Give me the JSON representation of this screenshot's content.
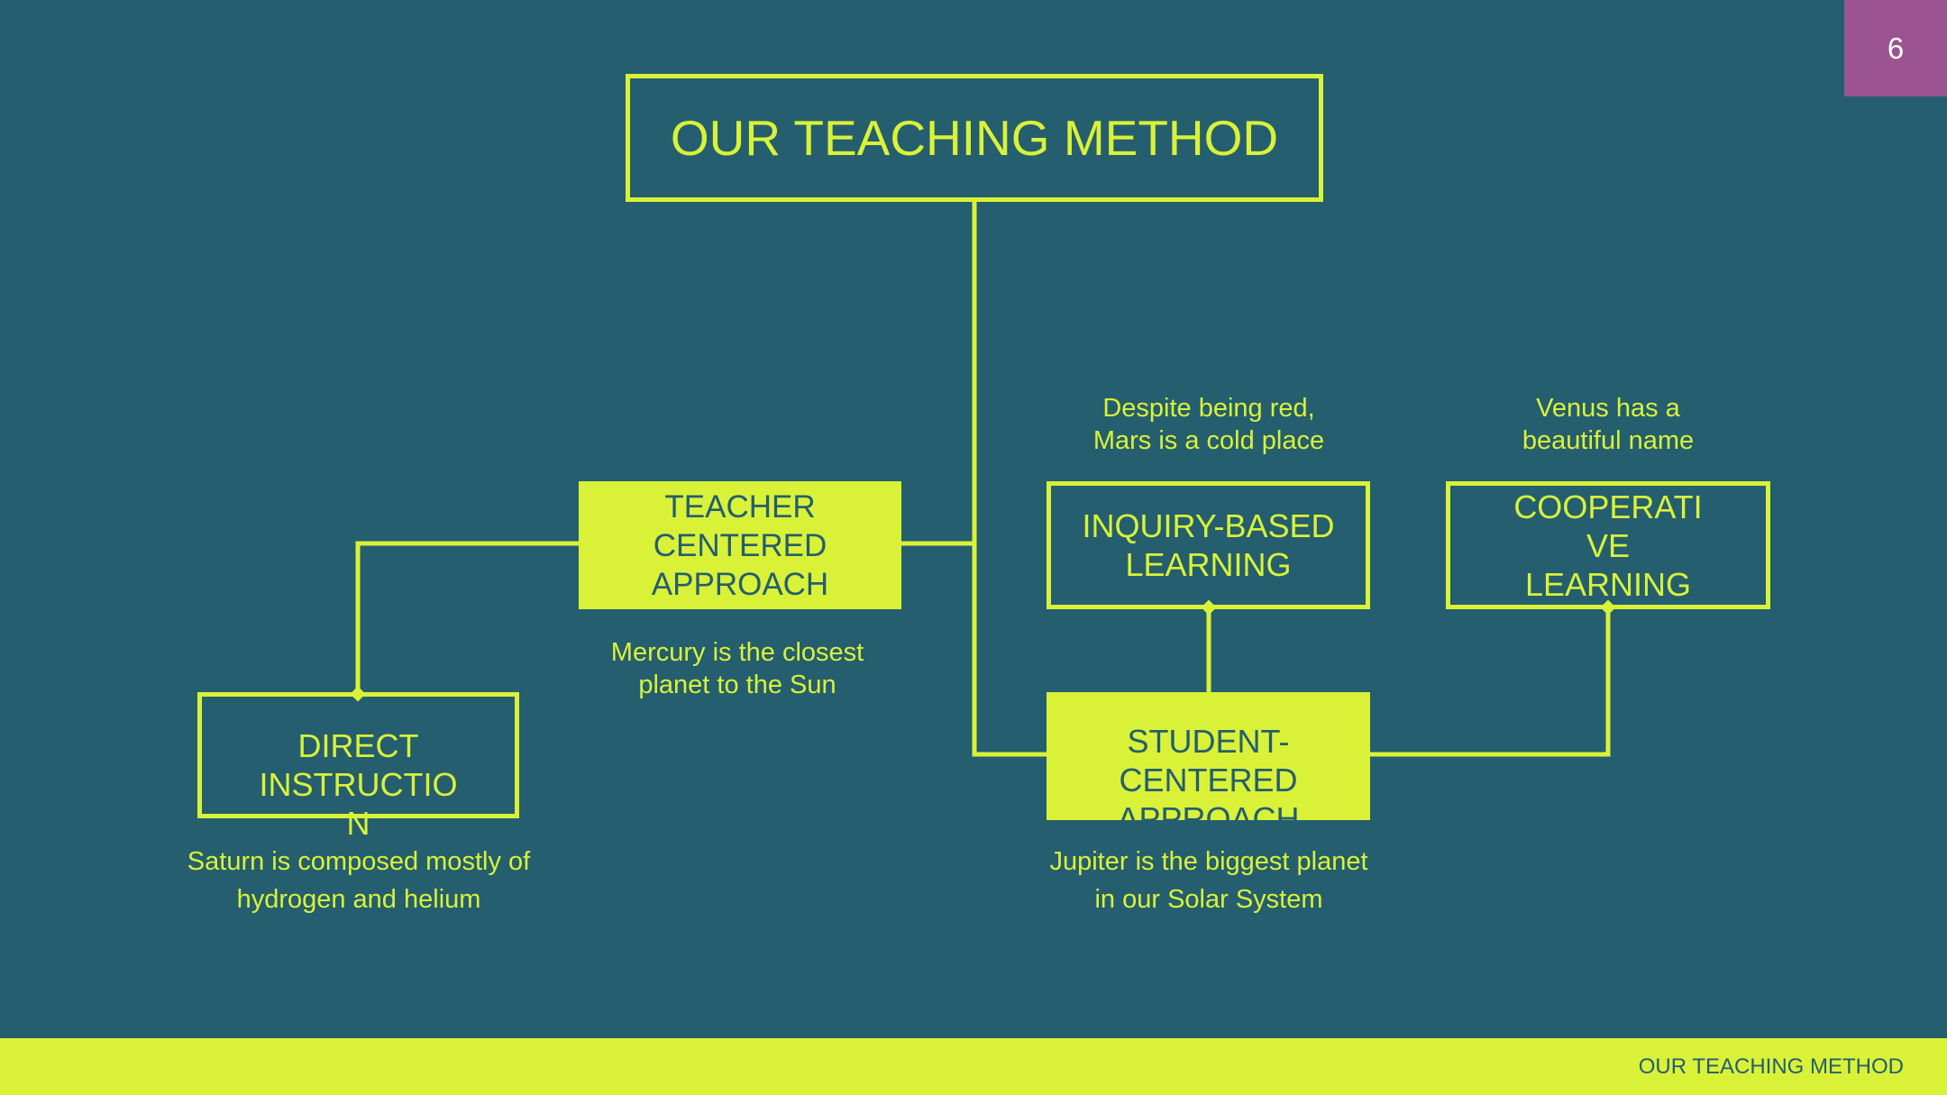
{
  "page_number": "6",
  "title": "OUR TEACHING METHOD",
  "footer_label": "OUR TEACHING METHOD",
  "colors": {
    "background": "#245e6f",
    "accent": "#d9f238",
    "badge": "#9b5490"
  },
  "nodes": {
    "teacher_centered": {
      "label": "TEACHER CENTERED APPROACH",
      "desc": "Mercury is the closest\nplanet to the Sun"
    },
    "direct_instruction": {
      "label": "DIRECT\nINSTRUCTIO\nN",
      "desc": "Saturn is composed mostly of\nhydrogen and helium"
    },
    "inquiry_based": {
      "label": "INQUIRY-BASED\nLEARNING",
      "desc": "Despite being red,\nMars is a cold place"
    },
    "cooperative": {
      "label": "COOPERATI\nVE\nLEARNING",
      "desc": "Venus has a\nbeautiful name"
    },
    "student_centered": {
      "label": "STUDENT-\nCENTERED\nAPPROACH",
      "desc": "Jupiter is the biggest planet\nin our Solar System"
    }
  }
}
